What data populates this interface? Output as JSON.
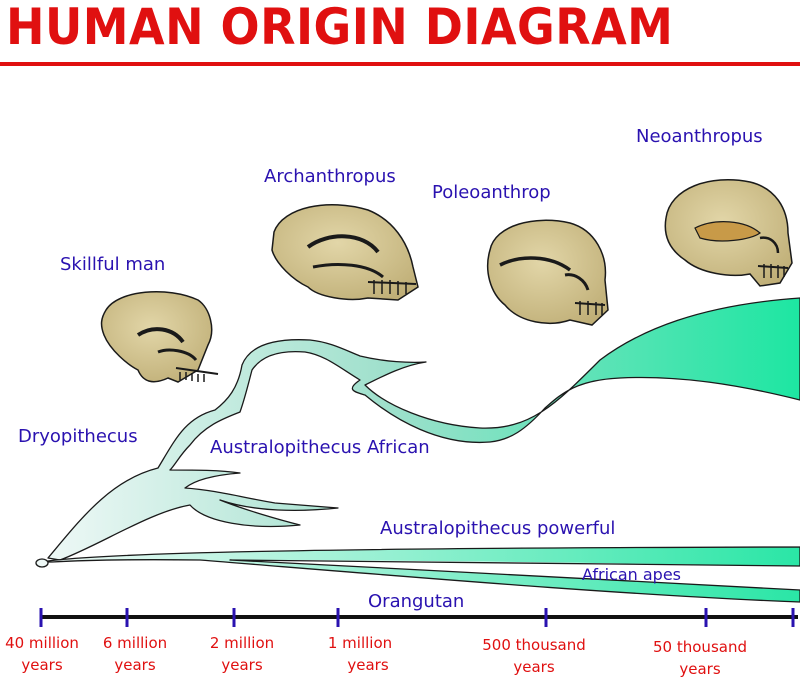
{
  "title": "HUMAN ORIGIN DIAGRAM",
  "species": {
    "neoanthropus": "Neoanthropus",
    "archanthropus": "Archanthropus",
    "poleoanthrop": "Poleoanthrop",
    "skillful_man": "Skillful man",
    "dryopithecus": "Dryopithecus",
    "australopithecus_african": "Australopithecus African",
    "australopithecus_powerful": "Australopithecus powerful",
    "african_apes": "African apes",
    "orangutan": "Orangutan"
  },
  "timeline": [
    {
      "line1": "40 million",
      "line2": "years"
    },
    {
      "line1": "6 million",
      "line2": "years"
    },
    {
      "line1": "2 million",
      "line2": "years"
    },
    {
      "line1": "1 million",
      "line2": "years"
    },
    {
      "line1": "500 thousand",
      "line2": "years"
    },
    {
      "line1": "50 thousand",
      "line2": "years"
    }
  ],
  "colors": {
    "title": "#e01010",
    "labels": "#2a12b0",
    "branch_dark": "#20e0a0",
    "branch_light": "#e8f6f4",
    "bone": "#d7c793"
  }
}
